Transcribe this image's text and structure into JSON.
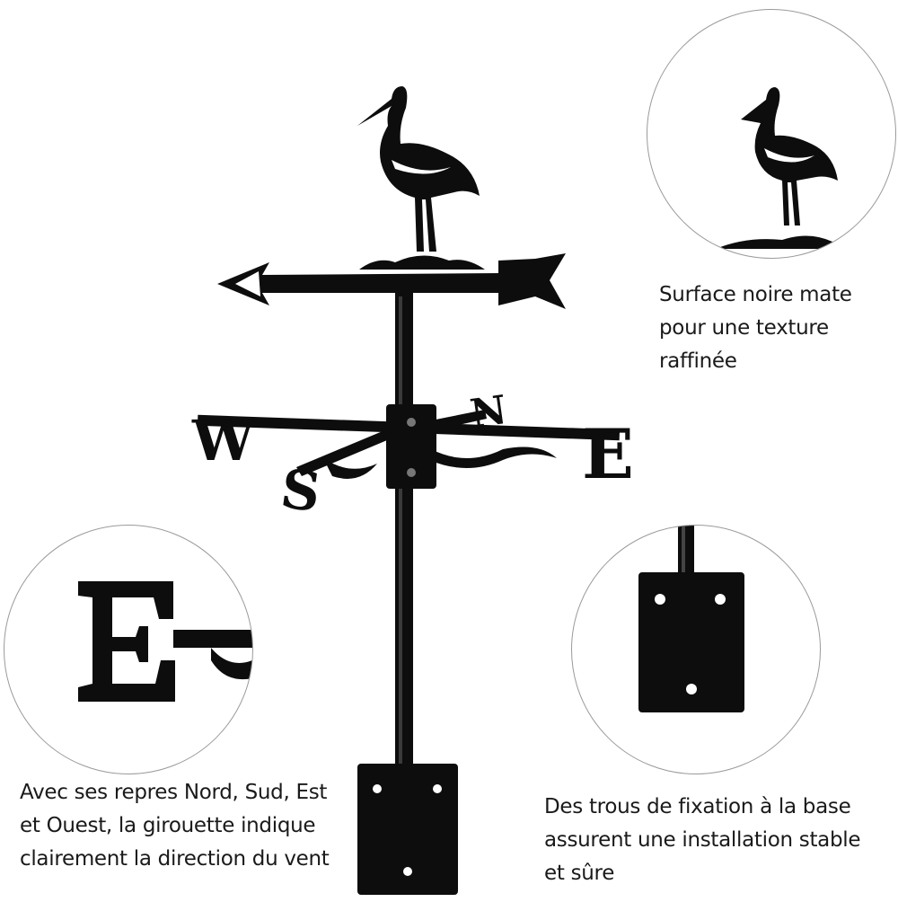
{
  "product": {
    "compass_letters": {
      "west": "W",
      "east": "E",
      "north": "N",
      "south": "S"
    },
    "color": "#0d0d0d"
  },
  "callouts": {
    "texture": {
      "lines": [
        "Surface noire mate",
        "pour une texture",
        "raffinée"
      ]
    },
    "directions": {
      "lines": [
        "Avec ses repres Nord, Sud, Est",
        "et Ouest, la girouette indique",
        "clairement la direction du vent"
      ]
    },
    "mounting": {
      "lines": [
        "Des trous de fixation à la base",
        "assurent une installation stable",
        "et sûre"
      ]
    }
  }
}
